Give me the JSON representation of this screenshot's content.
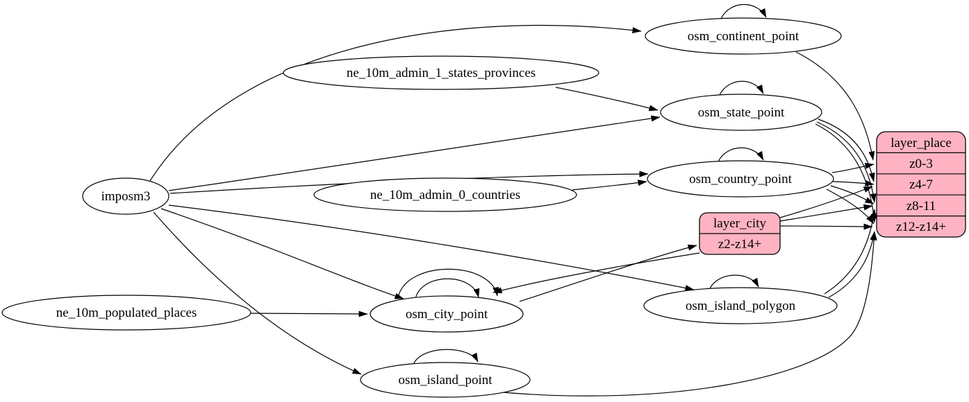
{
  "diagram": {
    "type": "etl-graph",
    "nodes": {
      "imposm3": "imposm3",
      "ne_10m_admin_1_states_provinces": "ne_10m_admin_1_states_provinces",
      "ne_10m_admin_0_countries": "ne_10m_admin_0_countries",
      "ne_10m_populated_places": "ne_10m_populated_places",
      "osm_continent_point": "osm_continent_point",
      "osm_state_point": "osm_state_point",
      "osm_country_point": "osm_country_point",
      "osm_city_point": "osm_city_point",
      "osm_island_polygon": "osm_island_polygon",
      "osm_island_point": "osm_island_point"
    },
    "records": {
      "layer_place": {
        "title": "layer_place",
        "rows": [
          "z0-3",
          "z4-7",
          "z8-11",
          "z12-z14+"
        ]
      },
      "layer_city": {
        "title": "layer_city",
        "rows": [
          "z2-z14+"
        ]
      }
    },
    "edges": [
      {
        "from": "imposm3",
        "to": "osm_continent_point"
      },
      {
        "from": "imposm3",
        "to": "osm_state_point"
      },
      {
        "from": "imposm3",
        "to": "osm_country_point"
      },
      {
        "from": "imposm3",
        "to": "osm_city_point"
      },
      {
        "from": "imposm3",
        "to": "osm_island_polygon"
      },
      {
        "from": "imposm3",
        "to": "osm_island_point"
      },
      {
        "from": "ne_10m_admin_1_states_provinces",
        "to": "osm_state_point"
      },
      {
        "from": "ne_10m_admin_0_countries",
        "to": "osm_country_point"
      },
      {
        "from": "ne_10m_populated_places",
        "to": "osm_city_point"
      },
      {
        "from": "osm_continent_point",
        "to": "osm_continent_point"
      },
      {
        "from": "osm_state_point",
        "to": "osm_state_point"
      },
      {
        "from": "osm_country_point",
        "to": "osm_country_point"
      },
      {
        "from": "osm_city_point",
        "to": "osm_city_point"
      },
      {
        "from": "osm_city_point",
        "to": "osm_city_point"
      },
      {
        "from": "osm_island_polygon",
        "to": "osm_island_polygon"
      },
      {
        "from": "osm_island_point",
        "to": "osm_island_point"
      },
      {
        "from": "osm_city_point",
        "to": "layer_city"
      },
      {
        "from": "layer_city",
        "to": "osm_city_point"
      },
      {
        "from": "osm_continent_point",
        "to": "layer_place.z0-3"
      },
      {
        "from": "osm_country_point",
        "to": "layer_place.z0-3"
      },
      {
        "from": "osm_country_point",
        "to": "layer_place.z4-7"
      },
      {
        "from": "osm_country_point",
        "to": "layer_place.z8-11"
      },
      {
        "from": "osm_country_point",
        "to": "layer_place.z12-z14+"
      },
      {
        "from": "osm_state_point",
        "to": "layer_place.z4-7"
      },
      {
        "from": "osm_state_point",
        "to": "layer_place.z8-11"
      },
      {
        "from": "osm_state_point",
        "to": "layer_place.z12-z14+"
      },
      {
        "from": "layer_city",
        "to": "layer_place.z4-7"
      },
      {
        "from": "layer_city",
        "to": "layer_place.z8-11"
      },
      {
        "from": "layer_city",
        "to": "layer_place.z12-z14+"
      },
      {
        "from": "osm_island_polygon",
        "to": "layer_place.z8-11"
      },
      {
        "from": "osm_island_polygon",
        "to": "layer_place.z12-z14+"
      },
      {
        "from": "osm_island_point",
        "to": "layer_place.z12-z14+"
      }
    ],
    "colors": {
      "record_fill": "#ffb3c2",
      "node_fill": "#ffffff",
      "stroke": "#000000"
    }
  }
}
